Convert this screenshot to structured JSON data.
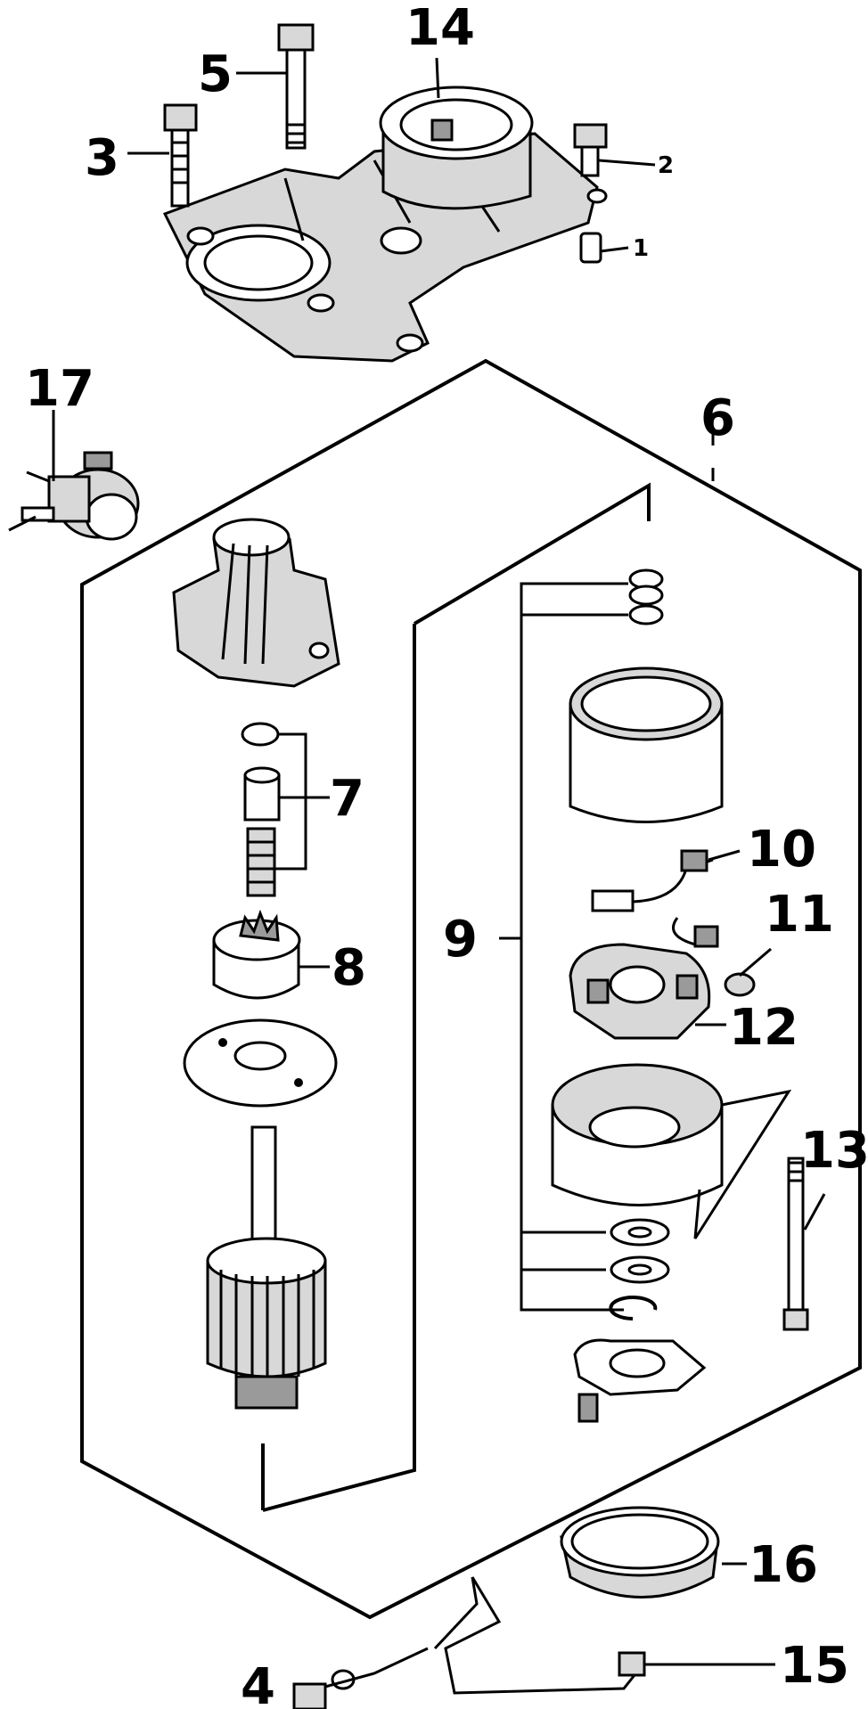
{
  "diagram": {
    "callouts": [
      {
        "id": "c1",
        "text": "1"
      },
      {
        "id": "c2",
        "text": "2"
      },
      {
        "id": "c3",
        "text": "3"
      },
      {
        "id": "c4",
        "text": "4"
      },
      {
        "id": "c5",
        "text": "5"
      },
      {
        "id": "c6",
        "text": "6"
      },
      {
        "id": "c7",
        "text": "7"
      },
      {
        "id": "c8",
        "text": "8"
      },
      {
        "id": "c9",
        "text": "9"
      },
      {
        "id": "c10",
        "text": "10"
      },
      {
        "id": "c11",
        "text": "11"
      },
      {
        "id": "c12",
        "text": "12"
      },
      {
        "id": "c13",
        "text": "13"
      },
      {
        "id": "c14",
        "text": "14"
      },
      {
        "id": "c15",
        "text": "15"
      },
      {
        "id": "c16",
        "text": "16"
      },
      {
        "id": "c17",
        "text": "17"
      }
    ]
  }
}
